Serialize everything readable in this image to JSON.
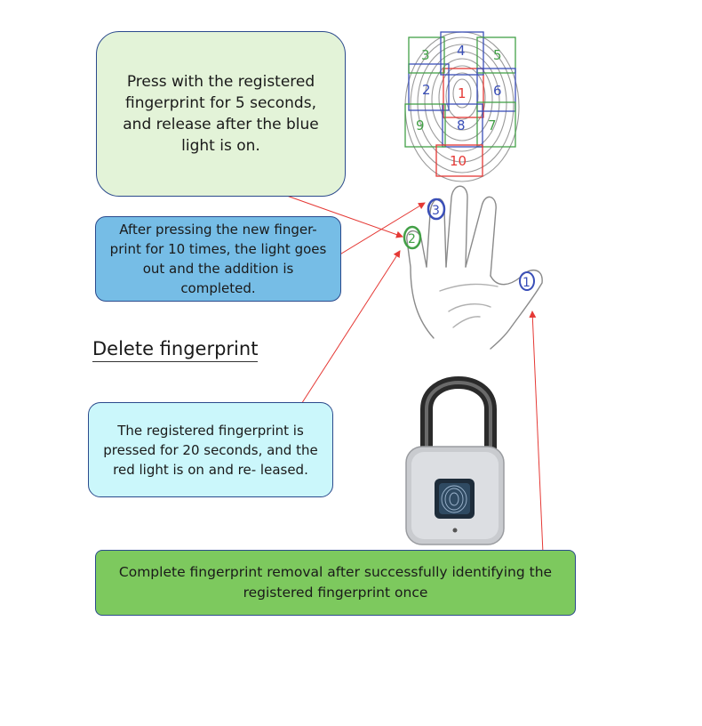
{
  "boxes": {
    "press_registered": "Press with the registered fingerprint for 5 seconds, and release after the blue light is on.",
    "after_pressing": "After pressing the new finger- print for 10 times, the light goes out and the addition is completed.",
    "registered_pressed": "The registered fingerprint is pressed for 20 seconds, and the red light is on and re- leased.",
    "complete_removal": "Complete fingerprint removal after successfully identifying the registered fingerprint once"
  },
  "section_heading": "Delete fingerprint",
  "fingerprint_zones": [
    "1",
    "2",
    "3",
    "4",
    "5",
    "6",
    "7",
    "8",
    "9",
    "10"
  ],
  "finger_markers": [
    "1",
    "2",
    "3"
  ],
  "colors": {
    "press_box": "#e3f3d8",
    "after_box": "#76bde6",
    "registered_box": "#cbf7fb",
    "complete_box": "#7dc95e",
    "arrow": "#e53935",
    "zone_red": "#e53935",
    "zone_blue": "#3a4fb8",
    "zone_green": "#43a047"
  }
}
